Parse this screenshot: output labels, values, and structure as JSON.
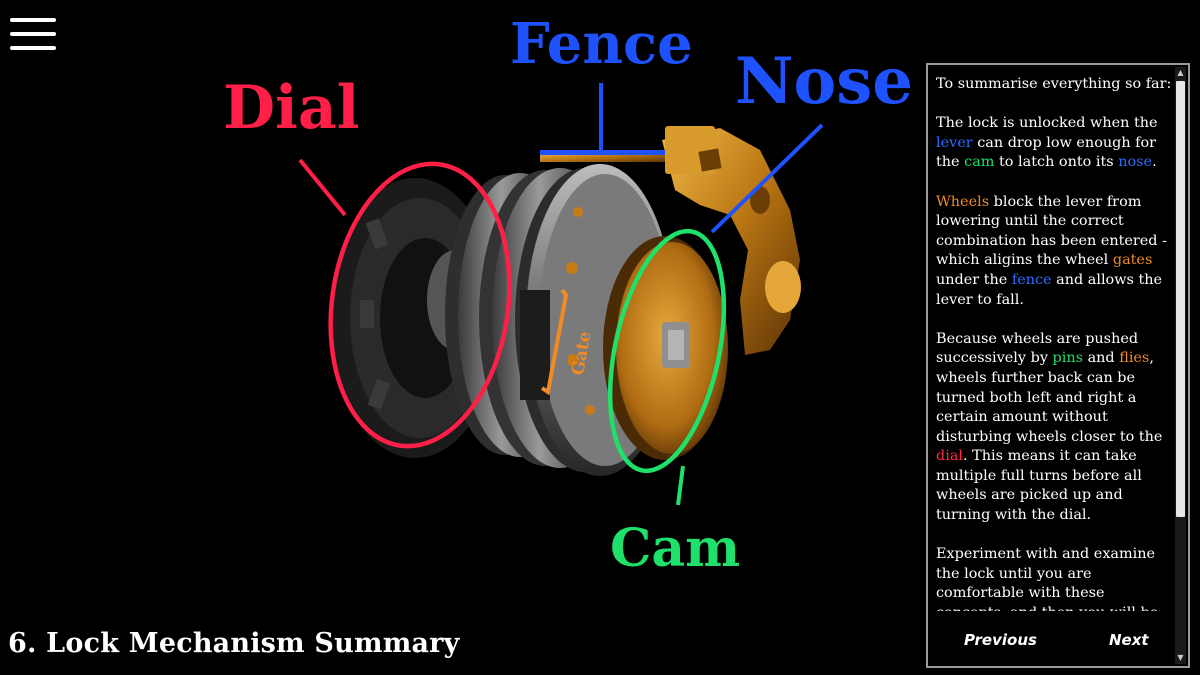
{
  "title": "6. Lock Mechanism Summary",
  "callouts": {
    "dial": "Dial",
    "fence": "Fence",
    "nose": "Nose",
    "cam": "Cam",
    "gate": "Gate"
  },
  "panel": {
    "paragraphs": [
      [
        {
          "t": "To summarise everything so far:"
        }
      ],
      [
        {
          "t": "The lock is unlocked when the "
        },
        {
          "t": "lever",
          "c": "blue"
        },
        {
          "t": " can drop low enough for the "
        },
        {
          "t": "cam",
          "c": "green"
        },
        {
          "t": " to latch onto its "
        },
        {
          "t": "nose",
          "c": "blue"
        },
        {
          "t": "."
        }
      ],
      [
        {
          "t": "Wheels",
          "c": "orange"
        },
        {
          "t": " block the lever from lowering until the correct combination has been entered - which aligins the wheel "
        },
        {
          "t": "gates",
          "c": "orange"
        },
        {
          "t": " under the "
        },
        {
          "t": "fence",
          "c": "blue"
        },
        {
          "t": " and allows the lever to fall."
        }
      ],
      [
        {
          "t": "Because wheels are pushed successively by "
        },
        {
          "t": "pins",
          "c": "green"
        },
        {
          "t": " and "
        },
        {
          "t": "flies",
          "c": "orange"
        },
        {
          "t": ", wheels further back can be turned both left and right a certain amount without disturbing wheels closer to the "
        },
        {
          "t": "dial",
          "c": "red"
        },
        {
          "t": ". This means it can take multiple full turns before all wheels are picked up and turning with the dial."
        }
      ],
      [
        {
          "t": "Experiment with and examine the lock until you are comfortable with these concepts, and then you will be ready to"
        }
      ]
    ],
    "previous_label": "Previous",
    "next_label": "Next"
  },
  "colors": {
    "dial": "#ff1f47",
    "fence": "#1f52ff",
    "nose": "#1f52ff",
    "cam": "#1fe06a",
    "gate": "#f08a24",
    "lock_orange": "#c98a1e",
    "lock_metal": "#8a8a8a"
  },
  "icons": {
    "menu": "hamburger-icon",
    "scroll_up": "triangle-up-icon",
    "scroll_down": "triangle-down-icon"
  }
}
